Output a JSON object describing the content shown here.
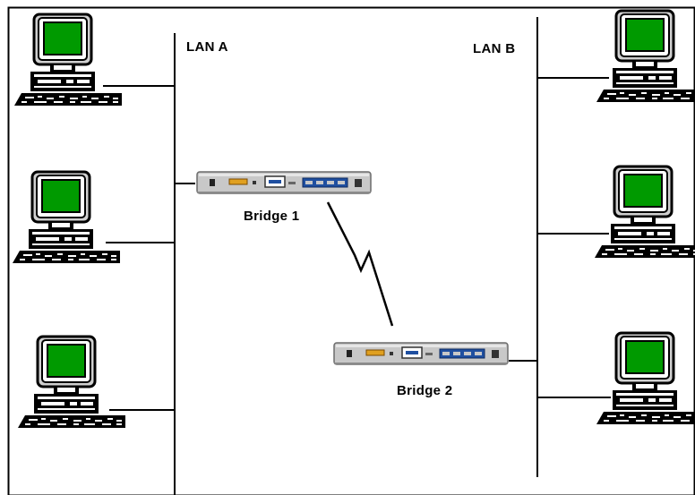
{
  "lans": [
    {
      "id": "a",
      "label": "LAN A",
      "pcs": 3
    },
    {
      "id": "b",
      "label": "LAN B",
      "pcs": 3
    }
  ],
  "bridges": [
    {
      "id": "bridge-1",
      "label": "Bridge 1",
      "connects": "LAN A"
    },
    {
      "id": "bridge-2",
      "label": "Bridge 2",
      "connects": "LAN B"
    }
  ],
  "link": {
    "type": "wireless",
    "between": [
      "Bridge 1",
      "Bridge 2"
    ]
  },
  "colors": {
    "background": "#ffffff",
    "line": "#000000",
    "screen": "#009a00",
    "device_body": "#c8c8c8",
    "device_port": "#1f4fa0",
    "device_led": "#e0a020"
  }
}
